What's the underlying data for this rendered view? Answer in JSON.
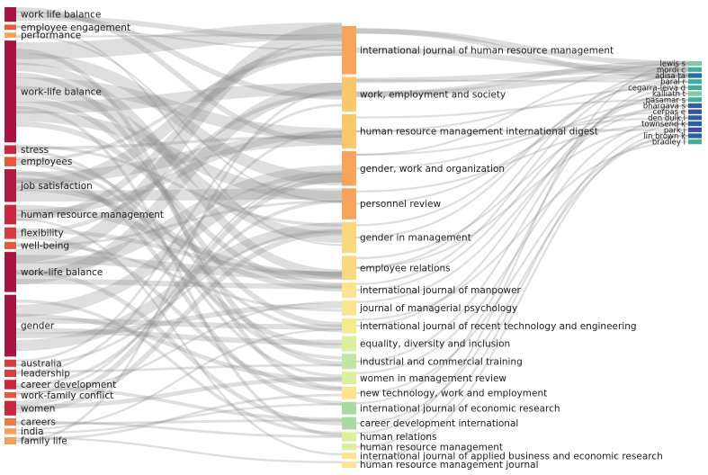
{
  "chart_data": {
    "type": "sankey",
    "columns": [
      {
        "name": "",
        "nodes": [
          {
            "label": "work life balance",
            "color": "#a5153f",
            "weight": 2
          },
          {
            "label": "employee engagement",
            "color": "#e55a3b",
            "weight": 0.7
          },
          {
            "label": "performance",
            "color": "#f4a05a",
            "weight": 0.7
          },
          {
            "label": "work-life balance",
            "color": "#a5153f",
            "weight": 14
          },
          {
            "label": "stress",
            "color": "#c8283f",
            "weight": 1.2
          },
          {
            "label": "employees",
            "color": "#e55a3b",
            "weight": 1.3
          },
          {
            "label": "job satisfaction",
            "color": "#b11a40",
            "weight": 4.5
          },
          {
            "label": "human resource management",
            "color": "#c8283f",
            "weight": 2.7
          },
          {
            "label": "flexibility",
            "color": "#d63d3f",
            "weight": 1.6
          },
          {
            "label": "well-being",
            "color": "#e55a3b",
            "weight": 1
          },
          {
            "label": "work–life balance",
            "color": "#a5153f",
            "weight": 5.5
          },
          {
            "label": "gender",
            "color": "#a5153f",
            "weight": 8.5
          },
          {
            "label": "australia",
            "color": "#d63d3f",
            "weight": 1
          },
          {
            "label": "leadership",
            "color": "#d63d3f",
            "weight": 1
          },
          {
            "label": "career development",
            "color": "#c8283f",
            "weight": 1.3
          },
          {
            "label": "work-family conflict",
            "color": "#e55a3b",
            "weight": 0.8
          },
          {
            "label": "women",
            "color": "#c8283f",
            "weight": 2
          },
          {
            "label": "careers",
            "color": "#f07a45",
            "weight": 1
          },
          {
            "label": "india",
            "color": "#f4a05a",
            "weight": 0.8
          },
          {
            "label": "family life",
            "color": "#f4a05a",
            "weight": 1
          }
        ]
      },
      {
        "name": "",
        "nodes": [
          {
            "label": "international journal of human resource management",
            "color": "#f7a35c",
            "weight": 7
          },
          {
            "label": "work, employment and society",
            "color": "#fbc76b",
            "weight": 5
          },
          {
            "label": "human resource management international digest",
            "color": "#fbc76b",
            "weight": 5
          },
          {
            "label": "gender, work and organization",
            "color": "#f7a35c",
            "weight": 5
          },
          {
            "label": "personnel review",
            "color": "#f7a35c",
            "weight": 4.5
          },
          {
            "label": "gender in management",
            "color": "#fcd77e",
            "weight": 4.5
          },
          {
            "label": "employee relations",
            "color": "#fcd77e",
            "weight": 3.5
          },
          {
            "label": "international journal of manpower",
            "color": "#fde38e",
            "weight": 2.2
          },
          {
            "label": "journal of managerial psychology",
            "color": "#fde38e",
            "weight": 2.2
          },
          {
            "label": "international journal of recent technology and engineering",
            "color": "#f3ec8c",
            "weight": 2.2
          },
          {
            "label": "equality, diversity and inclusion",
            "color": "#dcef9a",
            "weight": 2.2
          },
          {
            "label": "industrial and commercial training",
            "color": "#c2e6a0",
            "weight": 2.2
          },
          {
            "label": "women in management review",
            "color": "#dcef9a",
            "weight": 1.8
          },
          {
            "label": "new technology, work and employment",
            "color": "#fde38e",
            "weight": 1.8
          },
          {
            "label": "international journal of economic research",
            "color": "#a8dc9e",
            "weight": 1.8
          },
          {
            "label": "career development international",
            "color": "#a8dc9e",
            "weight": 1.8
          },
          {
            "label": "human relations",
            "color": "#dcef9a",
            "weight": 1.3
          },
          {
            "label": "human resource management",
            "color": "#dcef9a",
            "weight": 0.9
          },
          {
            "label": "international journal of applied business and economic research",
            "color": "#fde38e",
            "weight": 0.9
          },
          {
            "label": "human resource management journal",
            "color": "#fde38e",
            "weight": 0.9
          }
        ]
      },
      {
        "name": "",
        "nodes": [
          {
            "label": "lewis s",
            "color": "#7fc9a6"
          },
          {
            "label": "mordi c",
            "color": "#3fae9f"
          },
          {
            "label": "adisa ta",
            "color": "#1f6fa8"
          },
          {
            "label": "baral r",
            "color": "#3fae9f"
          },
          {
            "label": "cegarra-leiva d",
            "color": "#3fae9f"
          },
          {
            "label": "kalliath t",
            "color": "#7fc9a6"
          },
          {
            "label": "pasamar s",
            "color": "#3fae9f"
          },
          {
            "label": "bhargava s",
            "color": "#2b5fa3"
          },
          {
            "label": "cerpas e",
            "color": "#3a4fa0"
          },
          {
            "label": "den dulk l",
            "color": "#2b5fa3"
          },
          {
            "label": "townsend k",
            "color": "#2b5fa3"
          },
          {
            "label": "park j",
            "color": "#3a4fa0"
          },
          {
            "label": "lin brown k",
            "color": "#2b5fa3"
          },
          {
            "label": "bradley l",
            "color": "#3fae9f"
          }
        ]
      }
    ],
    "links": [
      [
        3,
        0
      ],
      [
        3,
        1
      ],
      [
        3,
        2
      ],
      [
        3,
        3
      ],
      [
        3,
        4
      ],
      [
        3,
        5
      ],
      [
        3,
        6
      ],
      [
        3,
        7
      ],
      [
        3,
        9
      ],
      [
        3,
        11
      ],
      [
        3,
        13
      ],
      [
        3,
        16
      ],
      [
        0,
        1
      ],
      [
        0,
        2
      ],
      [
        0,
        0
      ],
      [
        1,
        0
      ],
      [
        1,
        5
      ],
      [
        2,
        0
      ],
      [
        2,
        4
      ],
      [
        4,
        2
      ],
      [
        4,
        5
      ],
      [
        4,
        12
      ],
      [
        5,
        0
      ],
      [
        5,
        9
      ],
      [
        5,
        11
      ],
      [
        6,
        0
      ],
      [
        6,
        2
      ],
      [
        6,
        4
      ],
      [
        6,
        7
      ],
      [
        6,
        10
      ],
      [
        6,
        14
      ],
      [
        7,
        0
      ],
      [
        7,
        2
      ],
      [
        7,
        6
      ],
      [
        7,
        18
      ],
      [
        8,
        1
      ],
      [
        8,
        6
      ],
      [
        8,
        13
      ],
      [
        9,
        4
      ],
      [
        9,
        8
      ],
      [
        10,
        0
      ],
      [
        10,
        1
      ],
      [
        10,
        3
      ],
      [
        10,
        6
      ],
      [
        10,
        7
      ],
      [
        10,
        15
      ],
      [
        11,
        3
      ],
      [
        11,
        5
      ],
      [
        11,
        10
      ],
      [
        11,
        12
      ],
      [
        11,
        16
      ],
      [
        11,
        8
      ],
      [
        11,
        9
      ],
      [
        12,
        1
      ],
      [
        12,
        5
      ],
      [
        13,
        2
      ],
      [
        13,
        11
      ],
      [
        14,
        15
      ],
      [
        14,
        4
      ],
      [
        15,
        3
      ],
      [
        15,
        8
      ],
      [
        16,
        5
      ],
      [
        16,
        12
      ],
      [
        16,
        3
      ],
      [
        17,
        15
      ],
      [
        17,
        16
      ],
      [
        18,
        9
      ],
      [
        18,
        14
      ],
      [
        19,
        1
      ],
      [
        19,
        13
      ],
      [
        19,
        19
      ]
    ],
    "author_links": [
      [
        0,
        0
      ],
      [
        0,
        1
      ],
      [
        0,
        2
      ],
      [
        1,
        0
      ],
      [
        1,
        1
      ],
      [
        1,
        2
      ],
      [
        1,
        3
      ],
      [
        2,
        4
      ],
      [
        2,
        6
      ],
      [
        2,
        11
      ],
      [
        3,
        0
      ],
      [
        3,
        8
      ],
      [
        3,
        9
      ],
      [
        4,
        6
      ],
      [
        4,
        10
      ],
      [
        5,
        2
      ],
      [
        5,
        3
      ],
      [
        6,
        1
      ],
      [
        6,
        7
      ],
      [
        6,
        10
      ],
      [
        7,
        2
      ],
      [
        7,
        5
      ],
      [
        8,
        7
      ],
      [
        9,
        5
      ],
      [
        9,
        13
      ],
      [
        11,
        4
      ],
      [
        12,
        9
      ],
      [
        13,
        12
      ],
      [
        14,
        3
      ],
      [
        15,
        12
      ],
      [
        16,
        0
      ],
      [
        17,
        10
      ],
      [
        19,
        11
      ]
    ]
  }
}
